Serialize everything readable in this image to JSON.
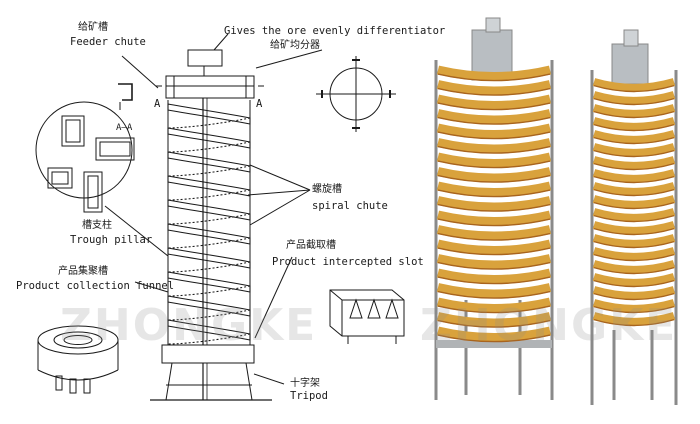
{
  "labels": {
    "feeder_chute_cn": "给矿槽",
    "feeder_chute_en": "Feeder chute",
    "differentiator_en": "Gives the ore evenly differentiator",
    "differentiator_cn": "给矿均分器",
    "spiral_chute_cn": "螺旋槽",
    "spiral_chute_en": "spiral chute",
    "trough_pillar_cn": "槽支柱",
    "trough_pillar_en": "Trough pillar",
    "collection_funnel_cn": "产品集聚槽",
    "collection_funnel_en": "Product collection funnel",
    "intercepted_slot_cn": "产品截取槽",
    "intercepted_slot_en": "Product intercepted slot",
    "tripod_cn": "十字架",
    "tripod_en": "Tripod",
    "section_a_left": "A",
    "section_a_right": "A",
    "section_aa": "A—A"
  },
  "watermark": {
    "left": "ZHONGKE",
    "right": "ZHONGKE"
  },
  "colors": {
    "line": "#1a1a1a",
    "spiral_orange": "#d9a23c",
    "spiral_dark": "#a8641e",
    "frame_grey": "#8a8a8a",
    "motor_grey": "#b9bec2"
  }
}
